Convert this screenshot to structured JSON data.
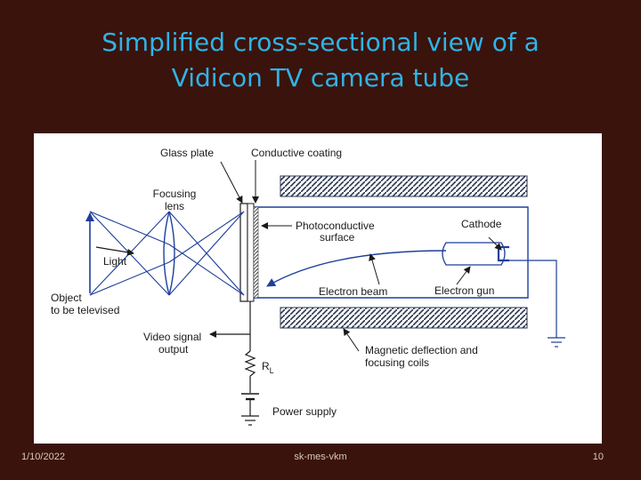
{
  "slide": {
    "title_line1": "Simplified cross-sectional view of a",
    "title_line2": "Vidicon TV camera tube"
  },
  "diagram": {
    "labels": {
      "glass_plate": "Glass plate",
      "conductive_coating": "Conductive coating",
      "focusing_lens_1": "Focusing",
      "focusing_lens_2": "lens",
      "photoconductive_1": "Photoconductive",
      "photoconductive_2": "surface",
      "cathode": "Cathode",
      "light": "Light",
      "object_1": "Object",
      "object_2": "to be televised",
      "electron_beam": "Electron beam",
      "electron_gun": "Electron gun",
      "video_signal_1": "Video signal",
      "video_signal_2": "output",
      "magnetic_1": "Magnetic deflection and",
      "magnetic_2": "focusing coils",
      "rl": "R",
      "rl_sub": "L",
      "power_supply": "Power supply"
    }
  },
  "footer": {
    "date": "1/10/2022",
    "author": "sk-mes-vkm",
    "page": "10"
  }
}
